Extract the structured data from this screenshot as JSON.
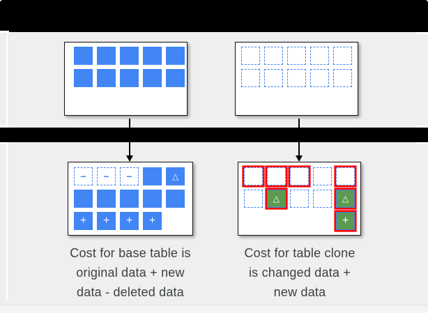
{
  "diagram": {
    "captions": {
      "base": "Cost for base table is\noriginal data + new\ndata - deleted data",
      "clone": "Cost for table clone\nis changed data +\nnew data"
    },
    "panels": {
      "base_before": {
        "grid": [
          [
            "S",
            "S",
            "S",
            "S",
            "S"
          ],
          [
            "S",
            "S",
            "S",
            "S",
            "S"
          ]
        ]
      },
      "clone_before": {
        "grid": [
          [
            "D",
            "D",
            "D",
            "D",
            "D"
          ],
          [
            "D",
            "D",
            "D",
            "D",
            "D"
          ]
        ]
      },
      "base_after": {
        "grid": [
          [
            "Dm",
            "Dm",
            "Dm",
            "S",
            "St"
          ],
          [
            "S",
            "S",
            "S",
            "S",
            "S"
          ],
          [
            "Sp",
            "Sp",
            "Sp",
            "Sp",
            "E"
          ]
        ]
      },
      "clone_after": {
        "grid": [
          [
            "DR",
            "DR",
            "DR",
            "D",
            "DR"
          ],
          [
            "D",
            "Gt",
            "D",
            "D",
            "Gt"
          ],
          [
            "E",
            "E",
            "E",
            "E",
            "Gp"
          ]
        ]
      }
    },
    "legend": {
      "S": {
        "style": "solid",
        "glyph": "",
        "name": "original-data-block"
      },
      "D": {
        "style": "dashed",
        "glyph": "",
        "name": "shared-data-block"
      },
      "Dm": {
        "style": "dashed",
        "glyph": "−",
        "glyph_class": "g-minus",
        "glyph_name": "minus-icon",
        "name": "deleted-data-block"
      },
      "St": {
        "style": "solid",
        "glyph": "△",
        "glyph_class": "g-tri",
        "glyph_name": "triangle-icon",
        "name": "changed-data-block"
      },
      "Sp": {
        "style": "solid",
        "glyph": "+",
        "glyph_class": "g-plus",
        "glyph_name": "plus-icon",
        "name": "new-data-block"
      },
      "DR": {
        "style": "dashed red",
        "glyph": "",
        "name": "billed-shared-data-block"
      },
      "Gt": {
        "style": "green red",
        "glyph": "△",
        "glyph_class": "g-tri",
        "glyph_name": "triangle-icon",
        "name": "billed-changed-data-block"
      },
      "Gp": {
        "style": "green red",
        "glyph": "+",
        "glyph_class": "g-plus",
        "glyph_name": "plus-icon",
        "name": "billed-new-data-block"
      },
      "E": {
        "style": "empty",
        "glyph": "",
        "name": "empty-slot"
      }
    },
    "colors": {
      "blue": "#4285f4",
      "green": "#5b9a50",
      "red": "#ff0000",
      "bar": "#000000",
      "section_bg": "#efefef",
      "caption": "#3c4043"
    }
  }
}
